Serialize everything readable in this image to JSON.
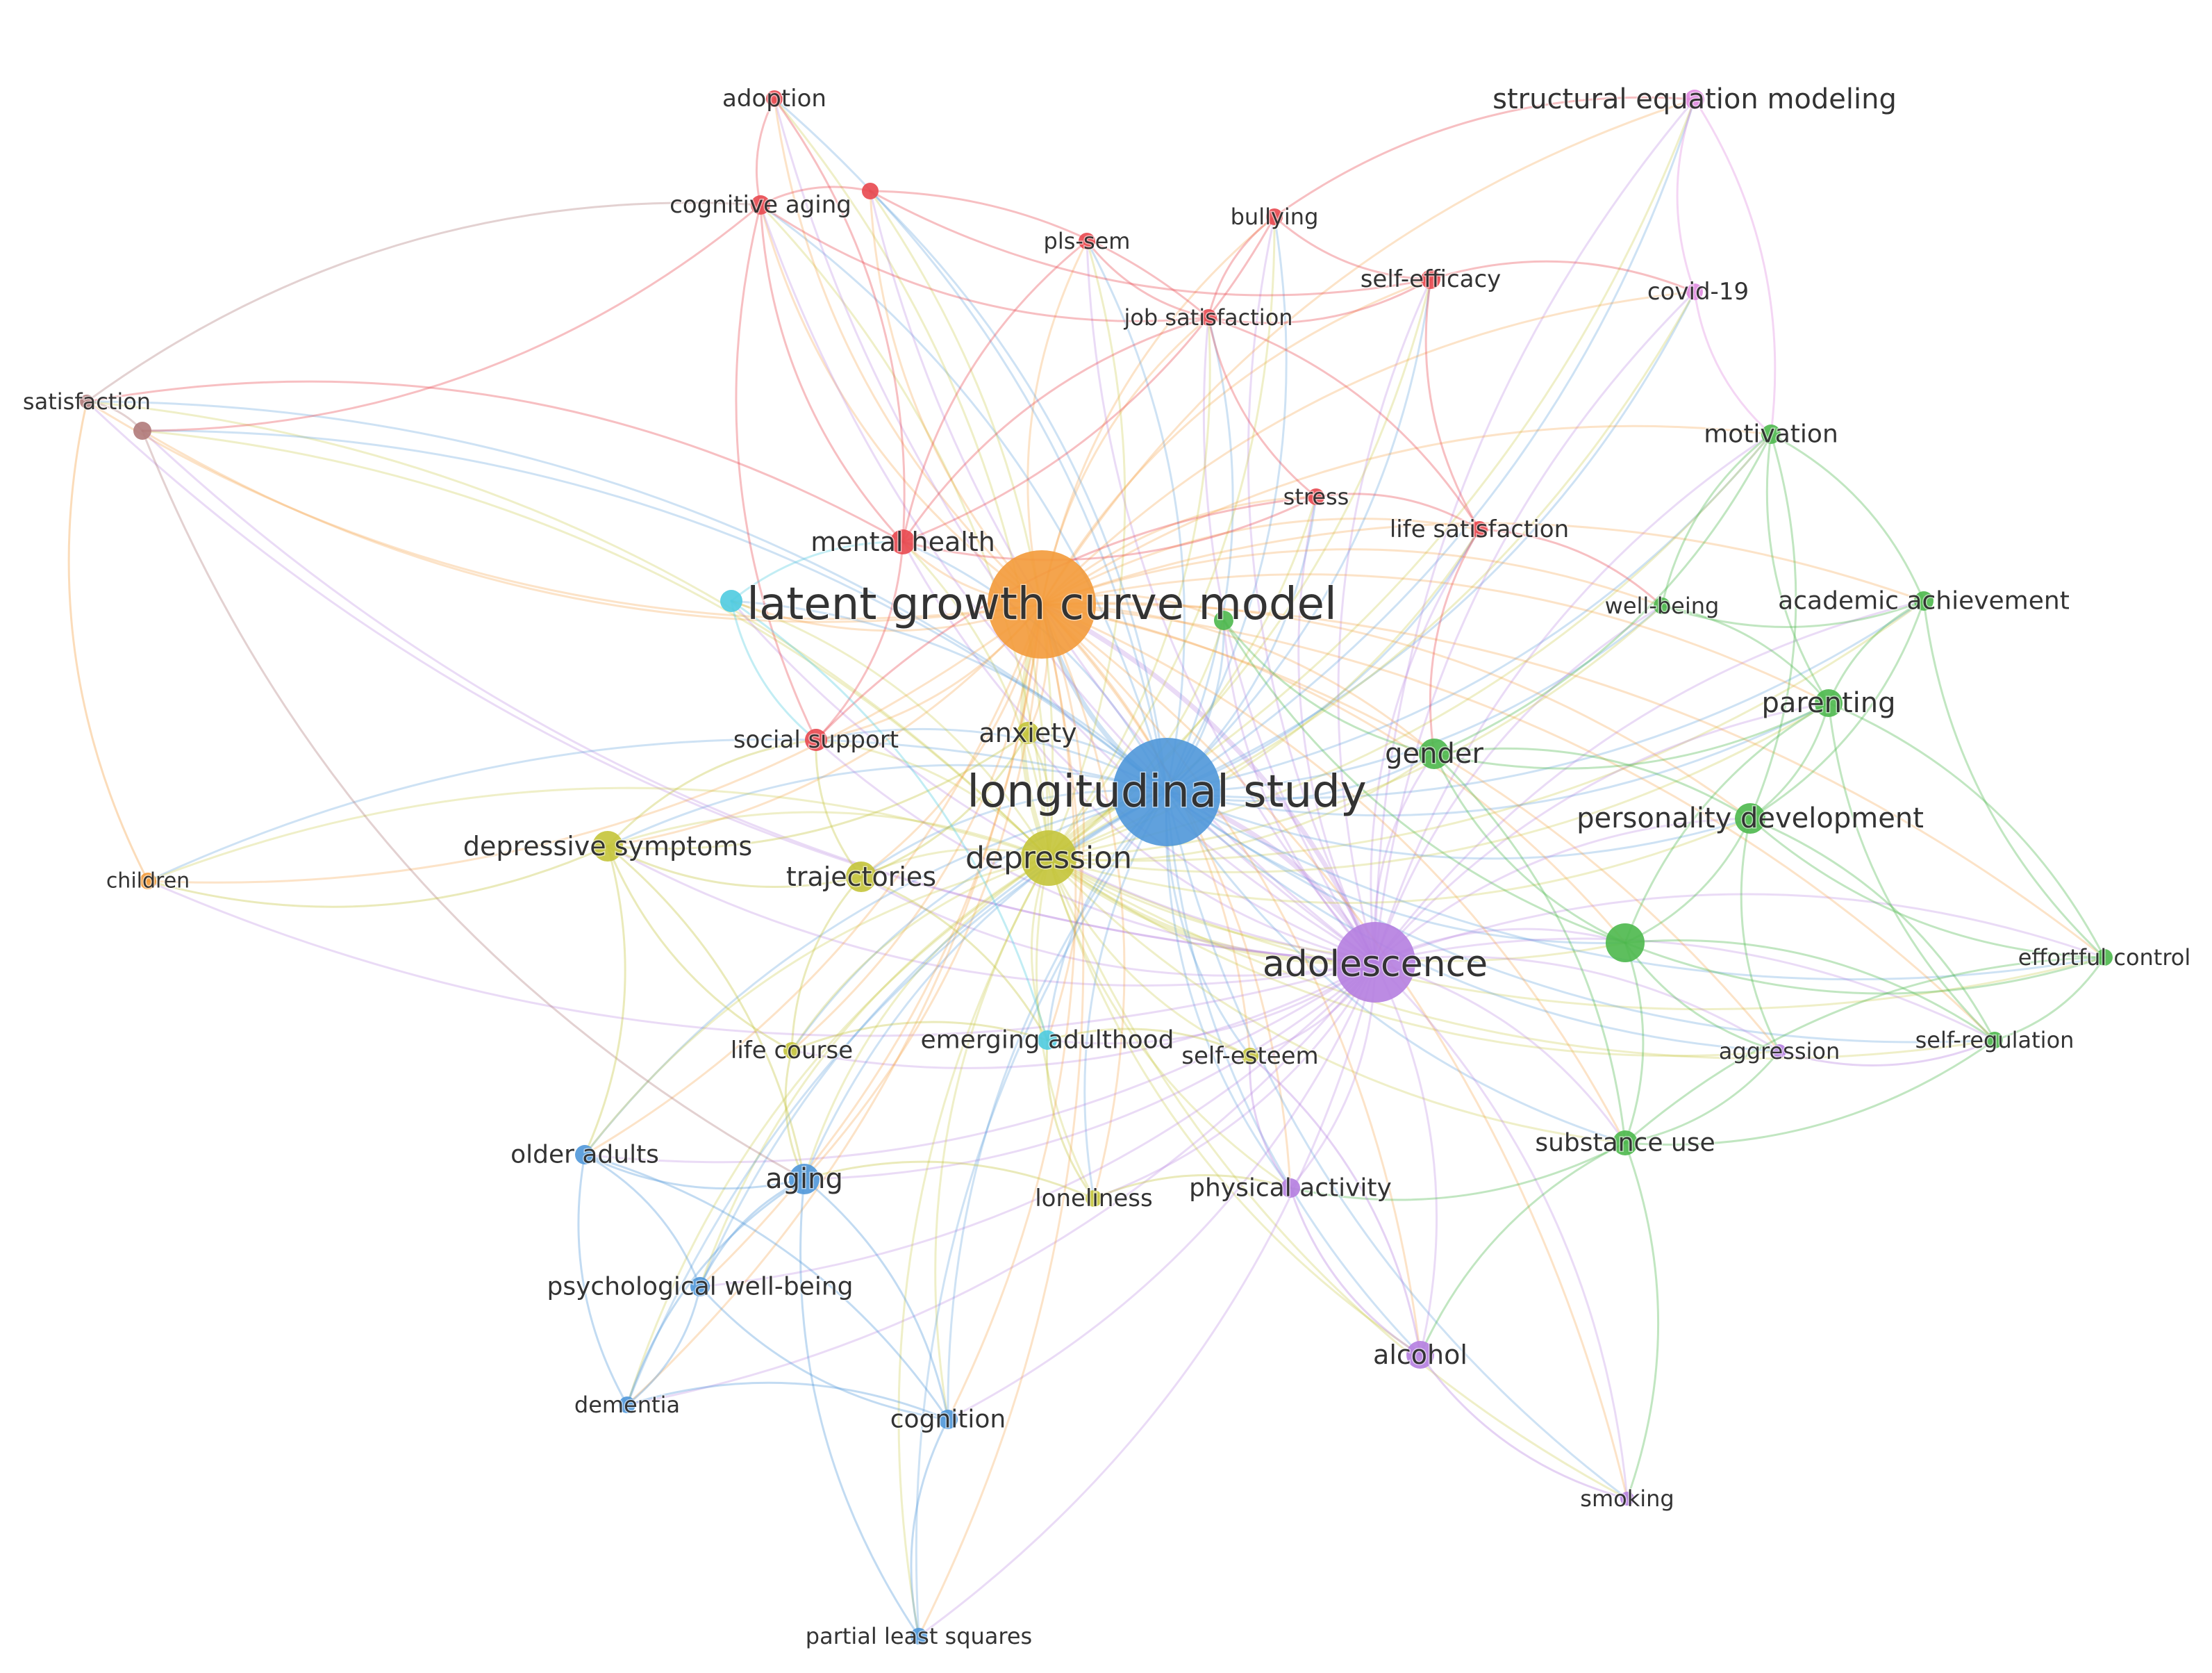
{
  "colors": {
    "red": "#e8484f",
    "orange": "#f39a3a",
    "blue": "#4f97d9",
    "purple": "#b57ee0",
    "green": "#4cb84c",
    "yellow": "#c4c43a",
    "cyan": "#4fcbe0",
    "pink": "#e089e0",
    "brown": "#b07a7a"
  },
  "nodes": [
    {
      "id": "lgcm",
      "label": "latent growth curve model",
      "cluster": "orange",
      "weight": 10
    },
    {
      "id": "long",
      "label": "longitudinal study",
      "cluster": "blue",
      "weight": 10
    },
    {
      "id": "adol",
      "label": "adolescence",
      "cluster": "purple",
      "weight": 7
    },
    {
      "id": "depr",
      "label": "depression",
      "cluster": "yellow",
      "weight": 6
    },
    {
      "id": "anx",
      "label": "anxiety",
      "cluster": "yellow",
      "weight": 4
    },
    {
      "id": "dsym",
      "label": "depressive symptoms",
      "cluster": "yellow",
      "weight": 4
    },
    {
      "id": "traj",
      "label": "trajectories",
      "cluster": "yellow",
      "weight": 4
    },
    {
      "id": "lifec",
      "label": "life course",
      "cluster": "yellow",
      "weight": 3
    },
    {
      "id": "selfe",
      "label": "self-esteem",
      "cluster": "yellow",
      "weight": 3
    },
    {
      "id": "lonel",
      "label": "loneliness",
      "cluster": "yellow",
      "weight": 3
    },
    {
      "id": "mh",
      "label": "mental health",
      "cluster": "red",
      "weight": 4
    },
    {
      "id": "ss",
      "label": "social support",
      "cluster": "red",
      "weight": 3
    },
    {
      "id": "stress",
      "label": "stress",
      "cluster": "red",
      "weight": 3
    },
    {
      "id": "lifes",
      "label": "life satisfaction",
      "cluster": "red",
      "weight": 3
    },
    {
      "id": "selfef",
      "label": "self-efficacy",
      "cluster": "red",
      "weight": 3
    },
    {
      "id": "jobs",
      "label": "job satisfaction",
      "cluster": "red",
      "weight": 3
    },
    {
      "id": "bully",
      "label": "bullying",
      "cluster": "red",
      "weight": 3
    },
    {
      "id": "pls",
      "label": "pls-sem",
      "cluster": "red",
      "weight": 3
    },
    {
      "id": "cogag",
      "label": "cognitive aging",
      "cluster": "red",
      "weight": 3
    },
    {
      "id": "adopt",
      "label": "adoption",
      "cluster": "red",
      "weight": 3
    },
    {
      "id": "redx",
      "label": "",
      "cluster": "red",
      "weight": 3
    },
    {
      "id": "satis",
      "label": "satisfaction",
      "cluster": "brown",
      "weight": 3
    },
    {
      "id": "brownx",
      "label": "",
      "cluster": "brown",
      "weight": 3
    },
    {
      "id": "sem",
      "label": "structural equation modeling",
      "cluster": "pink",
      "weight": 3
    },
    {
      "id": "covid",
      "label": "covid-19",
      "cluster": "pink",
      "weight": 3
    },
    {
      "id": "motiv",
      "label": "motivation",
      "cluster": "green",
      "weight": 3
    },
    {
      "id": "wellb",
      "label": "well-being",
      "cluster": "green",
      "weight": 3
    },
    {
      "id": "acad",
      "label": "academic achievement",
      "cluster": "green",
      "weight": 3
    },
    {
      "id": "parent",
      "label": "parenting",
      "cluster": "green",
      "weight": 4
    },
    {
      "id": "gender",
      "label": "gender",
      "cluster": "green",
      "weight": 4
    },
    {
      "id": "pers",
      "label": "personality development",
      "cluster": "green",
      "weight": 4
    },
    {
      "id": "greenx",
      "label": "",
      "cluster": "green",
      "weight": 4
    },
    {
      "id": "green2",
      "label": "",
      "cluster": "green",
      "weight": 3
    },
    {
      "id": "effc",
      "label": "effortful control",
      "cluster": "green",
      "weight": 3
    },
    {
      "id": "selfr",
      "label": "self-regulation",
      "cluster": "green",
      "weight": 3
    },
    {
      "id": "subst",
      "label": "substance use",
      "cluster": "green",
      "weight": 4
    },
    {
      "id": "aggr",
      "label": "aggression",
      "cluster": "purple",
      "weight": 3
    },
    {
      "id": "phys",
      "label": "physical activity",
      "cluster": "purple",
      "weight": 3
    },
    {
      "id": "alcohol",
      "label": "alcohol",
      "cluster": "purple",
      "weight": 4
    },
    {
      "id": "smoking",
      "label": "smoking",
      "cluster": "purple",
      "weight": 3
    },
    {
      "id": "emerg",
      "label": "emerging adulthood",
      "cluster": "cyan",
      "weight": 3
    },
    {
      "id": "cyanx",
      "label": "",
      "cluster": "cyan",
      "weight": 3
    },
    {
      "id": "children",
      "label": "children",
      "cluster": "orange",
      "weight": 3
    },
    {
      "id": "older",
      "label": "older adults",
      "cluster": "blue",
      "weight": 3
    },
    {
      "id": "aging",
      "label": "aging",
      "cluster": "blue",
      "weight": 4
    },
    {
      "id": "psywb",
      "label": "psychological well-being",
      "cluster": "blue",
      "weight": 3
    },
    {
      "id": "dement",
      "label": "dementia",
      "cluster": "blue",
      "weight": 3
    },
    {
      "id": "cognit",
      "label": "cognition",
      "cluster": "blue",
      "weight": 3
    },
    {
      "id": "pls2",
      "label": "partial least squares",
      "cluster": "blue",
      "weight": 3
    }
  ]
}
